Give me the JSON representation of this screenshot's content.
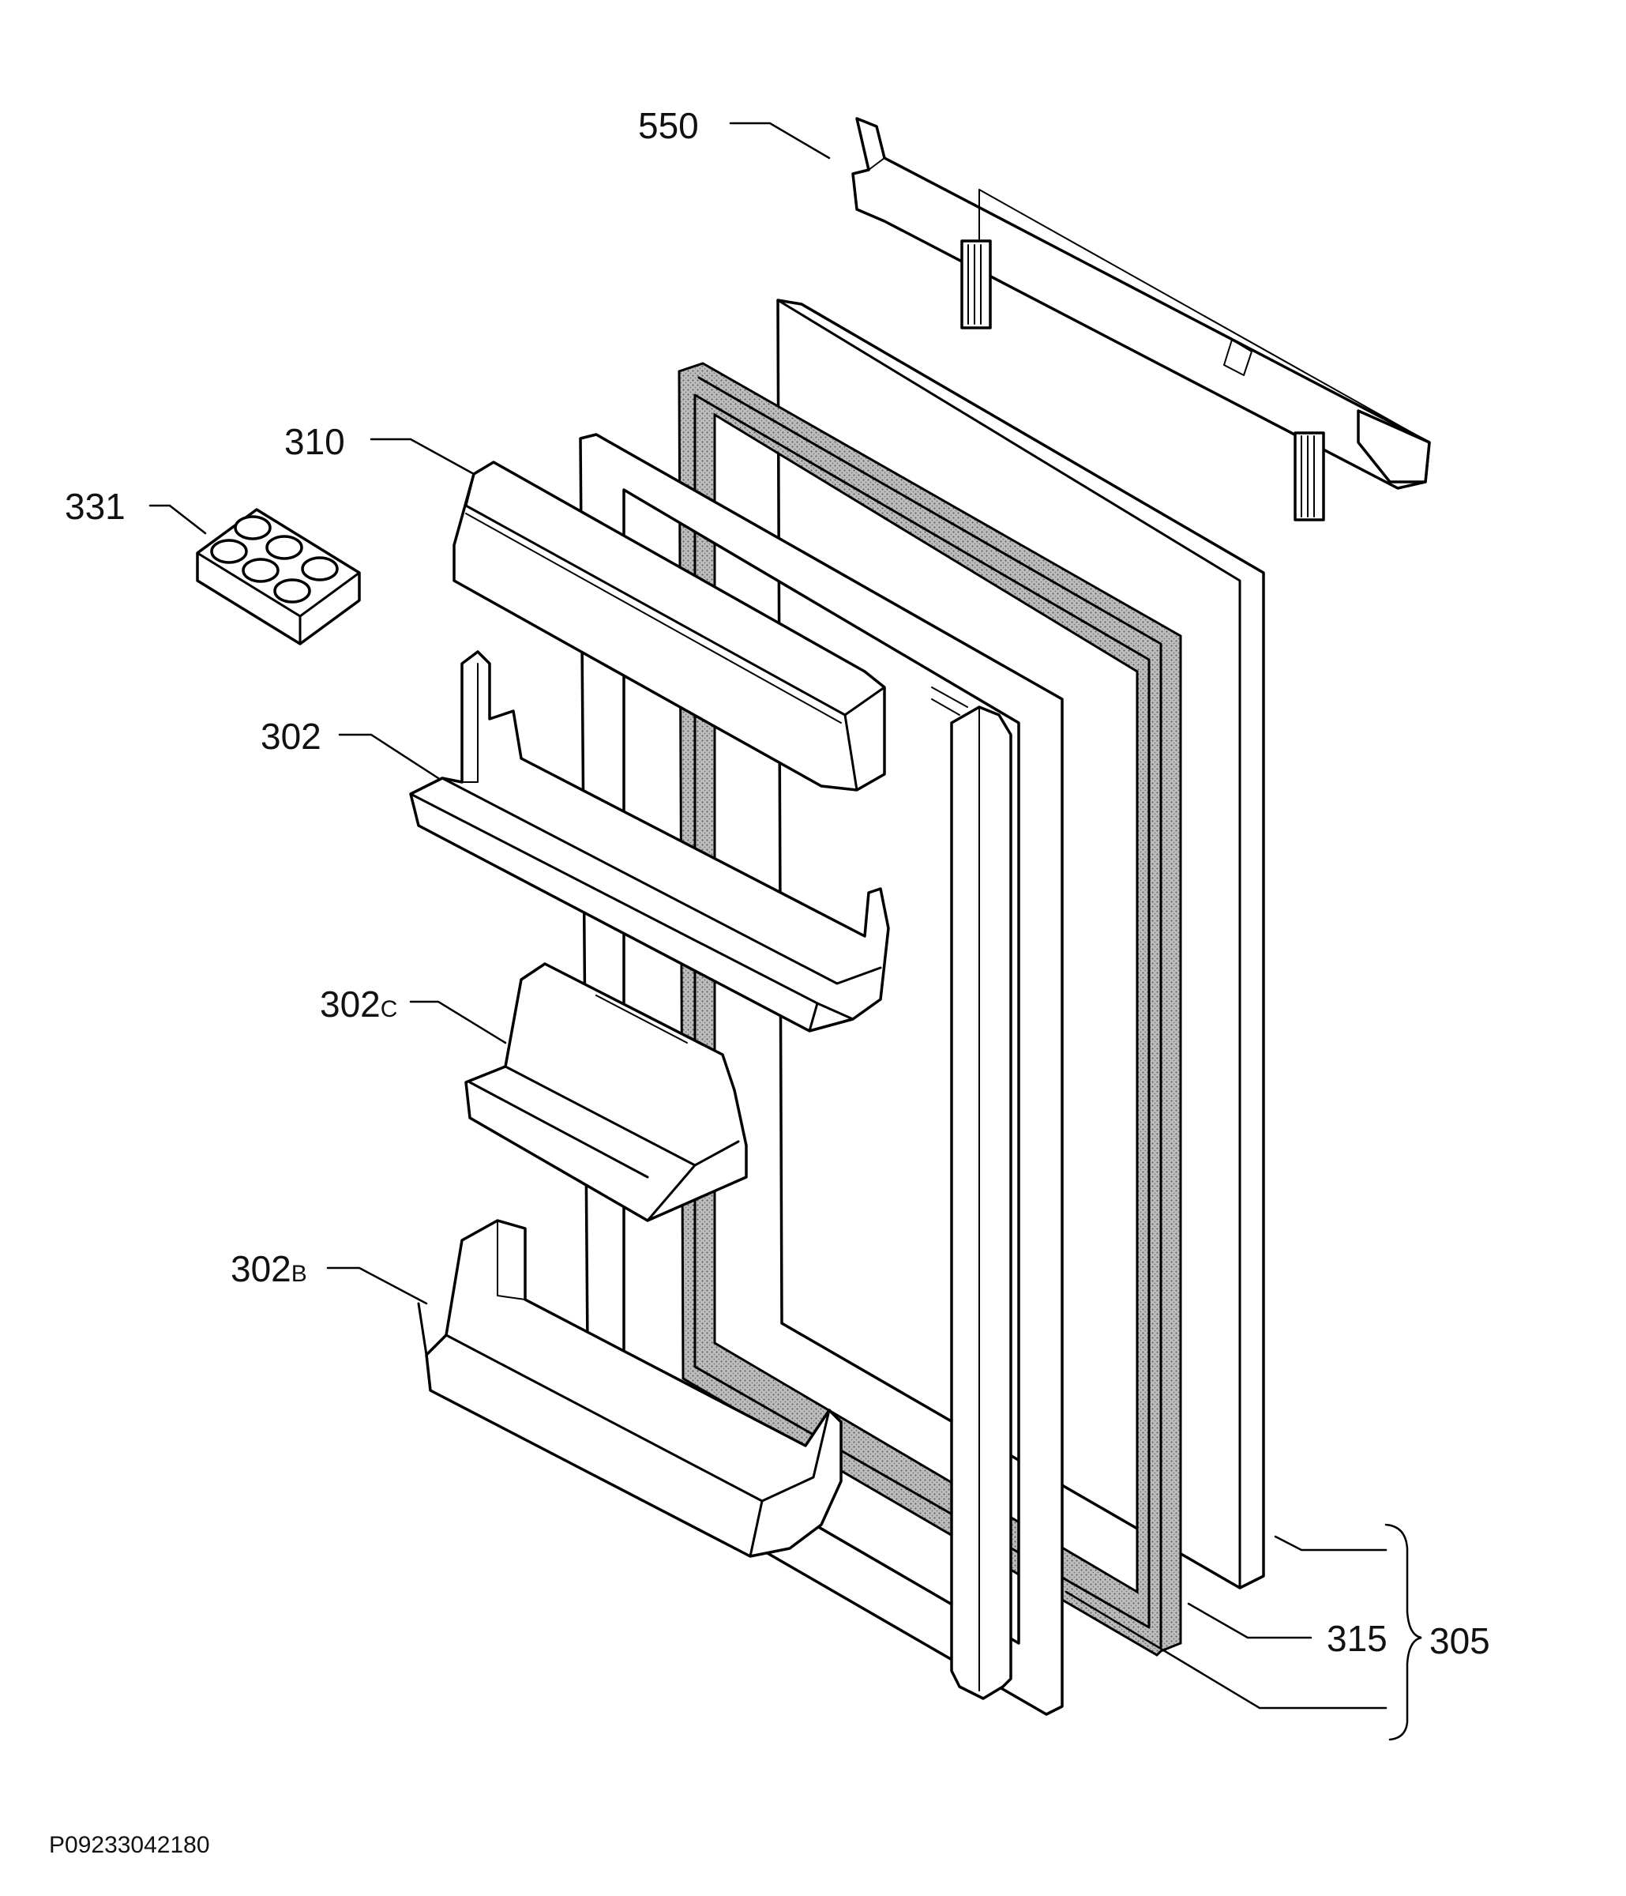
{
  "diagram": {
    "figure_code": "P09233042180",
    "parts": [
      {
        "id": "550"
      },
      {
        "id": "310"
      },
      {
        "id": "331"
      },
      {
        "id": "302"
      },
      {
        "id": "302c",
        "prefix": "302",
        "suffix": "C"
      },
      {
        "id": "302b",
        "prefix": "302",
        "suffix": "B"
      },
      {
        "id": "315"
      },
      {
        "id": "305"
      }
    ]
  }
}
